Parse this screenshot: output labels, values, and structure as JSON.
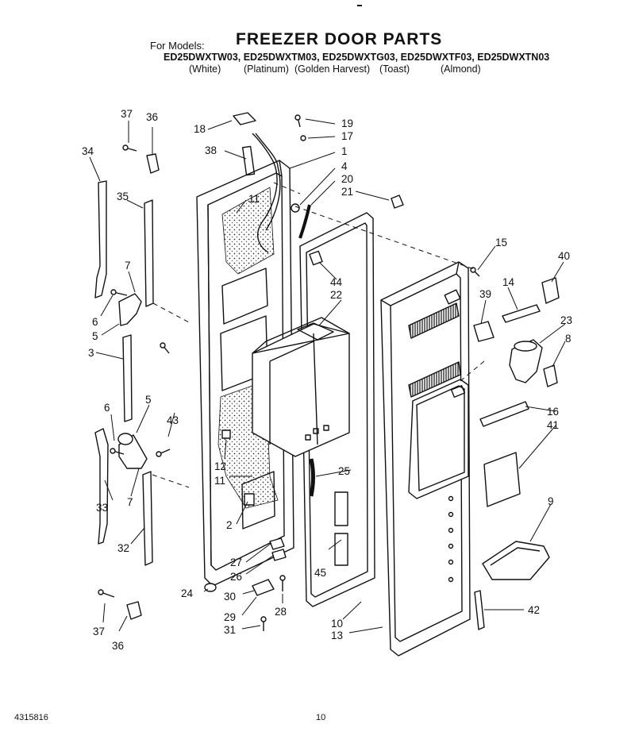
{
  "header": {
    "for_models": "For Models:",
    "title": "FREEZER DOOR PARTS",
    "models_line": "ED25DWXTW03, ED25DWXTM03, ED25DWXTG03, ED25DWXTF03, ED25DWXTN03",
    "colors": [
      "(White)",
      "(Platinum)",
      "(Golden Harvest)",
      "(Toast)",
      "(Almond)"
    ]
  },
  "callouts": [
    {
      "id": "37a",
      "text": "37"
    },
    {
      "id": "36a",
      "text": "36"
    },
    {
      "id": "34",
      "text": "34"
    },
    {
      "id": "35",
      "text": "35"
    },
    {
      "id": "7a",
      "text": "7"
    },
    {
      "id": "6a",
      "text": "6"
    },
    {
      "id": "5a",
      "text": "5"
    },
    {
      "id": "3",
      "text": "3"
    },
    {
      "id": "5b",
      "text": "5"
    },
    {
      "id": "6b",
      "text": "6"
    },
    {
      "id": "43",
      "text": "43"
    },
    {
      "id": "7b",
      "text": "7"
    },
    {
      "id": "33",
      "text": "33"
    },
    {
      "id": "32",
      "text": "32"
    },
    {
      "id": "37b",
      "text": "37"
    },
    {
      "id": "36b",
      "text": "36"
    },
    {
      "id": "18",
      "text": "18"
    },
    {
      "id": "38",
      "text": "38"
    },
    {
      "id": "19",
      "text": "19"
    },
    {
      "id": "17",
      "text": "17"
    },
    {
      "id": "1",
      "text": "1"
    },
    {
      "id": "4",
      "text": "4"
    },
    {
      "id": "20",
      "text": "20"
    },
    {
      "id": "21",
      "text": "21"
    },
    {
      "id": "11a",
      "text": "11"
    },
    {
      "id": "12",
      "text": "12"
    },
    {
      "id": "11b",
      "text": "11"
    },
    {
      "id": "2",
      "text": "2"
    },
    {
      "id": "24",
      "text": "24"
    },
    {
      "id": "27",
      "text": "27"
    },
    {
      "id": "26",
      "text": "26"
    },
    {
      "id": "30",
      "text": "30"
    },
    {
      "id": "29",
      "text": "29"
    },
    {
      "id": "31",
      "text": "31"
    },
    {
      "id": "28",
      "text": "28"
    },
    {
      "id": "44",
      "text": "44"
    },
    {
      "id": "22",
      "text": "22"
    },
    {
      "id": "25",
      "text": "25"
    },
    {
      "id": "45",
      "text": "45"
    },
    {
      "id": "10",
      "text": "10"
    },
    {
      "id": "13",
      "text": "13"
    },
    {
      "id": "15",
      "text": "15"
    },
    {
      "id": "40",
      "text": "40"
    },
    {
      "id": "14",
      "text": "14"
    },
    {
      "id": "39",
      "text": "39"
    },
    {
      "id": "23",
      "text": "23"
    },
    {
      "id": "8",
      "text": "8"
    },
    {
      "id": "16",
      "text": "16"
    },
    {
      "id": "41",
      "text": "41"
    },
    {
      "id": "9",
      "text": "9"
    },
    {
      "id": "42",
      "text": "42"
    }
  ],
  "footer": {
    "part_number": "4315816",
    "page_number": "10"
  }
}
